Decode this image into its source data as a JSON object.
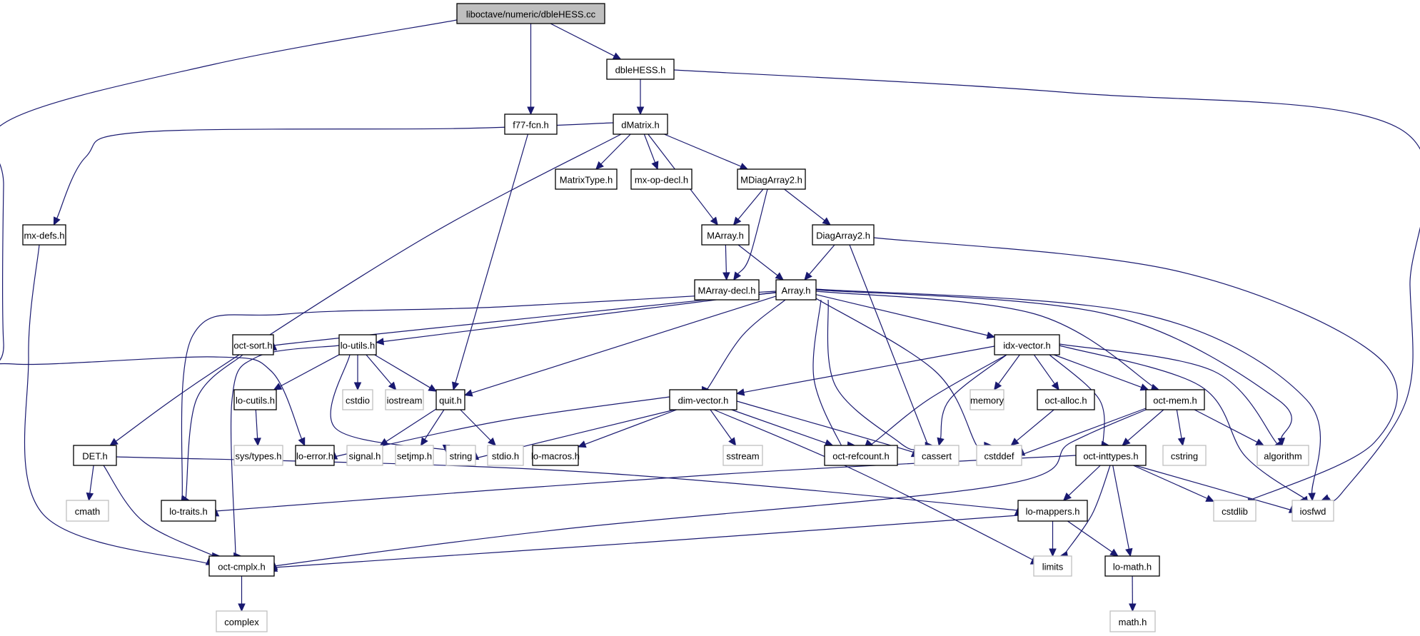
{
  "title": "liboctave/numeric/dbleHESS.cc",
  "colors": {
    "edge": "#191970",
    "documented_border": "#000000",
    "system_border": "#bfbfbf",
    "root_fill": "#bfbfbf"
  },
  "nodes": [
    {
      "id": "root",
      "label": "liboctave/numeric/dbleHESS.cc",
      "kind": "root"
    },
    {
      "id": "dbleHESS",
      "label": "dbleHESS.h",
      "kind": "doc"
    },
    {
      "id": "f77fcn",
      "label": "f77-fcn.h",
      "kind": "doc"
    },
    {
      "id": "dMatrix",
      "label": "dMatrix.h",
      "kind": "doc"
    },
    {
      "id": "MatrixType",
      "label": "MatrixType.h",
      "kind": "doc"
    },
    {
      "id": "mxopdecl",
      "label": "mx-op-decl.h",
      "kind": "doc"
    },
    {
      "id": "MDiagArray2",
      "label": "MDiagArray2.h",
      "kind": "doc"
    },
    {
      "id": "mxdefs",
      "label": "mx-defs.h",
      "kind": "doc"
    },
    {
      "id": "MArray",
      "label": "MArray.h",
      "kind": "doc"
    },
    {
      "id": "DiagArray2",
      "label": "DiagArray2.h",
      "kind": "doc"
    },
    {
      "id": "MArraydecl",
      "label": "MArray-decl.h",
      "kind": "doc"
    },
    {
      "id": "Array",
      "label": "Array.h",
      "kind": "doc"
    },
    {
      "id": "octsort",
      "label": "oct-sort.h",
      "kind": "doc"
    },
    {
      "id": "loutils",
      "label": "lo-utils.h",
      "kind": "doc"
    },
    {
      "id": "idxvector",
      "label": "idx-vector.h",
      "kind": "doc"
    },
    {
      "id": "locutils",
      "label": "lo-cutils.h",
      "kind": "doc"
    },
    {
      "id": "cstdio",
      "label": "cstdio",
      "kind": "sys"
    },
    {
      "id": "iostream",
      "label": "iostream",
      "kind": "sys"
    },
    {
      "id": "quit",
      "label": "quit.h",
      "kind": "doc"
    },
    {
      "id": "dimvector",
      "label": "dim-vector.h",
      "kind": "doc"
    },
    {
      "id": "memory",
      "label": "memory",
      "kind": "sys"
    },
    {
      "id": "octalloc",
      "label": "oct-alloc.h",
      "kind": "doc"
    },
    {
      "id": "octmem",
      "label": "oct-mem.h",
      "kind": "doc"
    },
    {
      "id": "DET",
      "label": "DET.h",
      "kind": "doc"
    },
    {
      "id": "systypes",
      "label": "sys/types.h",
      "kind": "sys"
    },
    {
      "id": "loerror",
      "label": "lo-error.h",
      "kind": "doc"
    },
    {
      "id": "signal",
      "label": "signal.h",
      "kind": "sys"
    },
    {
      "id": "setjmp",
      "label": "setjmp.h",
      "kind": "sys"
    },
    {
      "id": "string",
      "label": "string",
      "kind": "sys"
    },
    {
      "id": "stdio",
      "label": "stdio.h",
      "kind": "sys"
    },
    {
      "id": "lomacros",
      "label": "lo-macros.h",
      "kind": "doc"
    },
    {
      "id": "sstream",
      "label": "sstream",
      "kind": "sys"
    },
    {
      "id": "octrefcount",
      "label": "oct-refcount.h",
      "kind": "doc"
    },
    {
      "id": "cassert",
      "label": "cassert",
      "kind": "sys"
    },
    {
      "id": "cstddef",
      "label": "cstddef",
      "kind": "sys"
    },
    {
      "id": "octinttypes",
      "label": "oct-inttypes.h",
      "kind": "doc"
    },
    {
      "id": "cstring",
      "label": "cstring",
      "kind": "sys"
    },
    {
      "id": "algorithm",
      "label": "algorithm",
      "kind": "sys"
    },
    {
      "id": "cmath",
      "label": "cmath",
      "kind": "sys"
    },
    {
      "id": "lotraits",
      "label": "lo-traits.h",
      "kind": "doc"
    },
    {
      "id": "lomappers",
      "label": "lo-mappers.h",
      "kind": "doc"
    },
    {
      "id": "cstdlib",
      "label": "cstdlib",
      "kind": "sys"
    },
    {
      "id": "iosfwd",
      "label": "iosfwd",
      "kind": "sys"
    },
    {
      "id": "octcmplx",
      "label": "oct-cmplx.h",
      "kind": "doc"
    },
    {
      "id": "limits",
      "label": "limits",
      "kind": "sys"
    },
    {
      "id": "lomath",
      "label": "lo-math.h",
      "kind": "doc"
    },
    {
      "id": "complex",
      "label": "complex",
      "kind": "sys"
    },
    {
      "id": "mathh",
      "label": "math.h",
      "kind": "sys"
    }
  ],
  "edges": [
    [
      "root",
      "f77fcn"
    ],
    [
      "root",
      "dbleHESS"
    ],
    [
      "root",
      "loerror"
    ],
    [
      "dbleHESS",
      "dMatrix"
    ],
    [
      "dbleHESS",
      "iosfwd"
    ],
    [
      "f77fcn",
      "quit"
    ],
    [
      "dMatrix",
      "mxdefs"
    ],
    [
      "dMatrix",
      "DET"
    ],
    [
      "dMatrix",
      "MatrixType"
    ],
    [
      "dMatrix",
      "mxopdecl"
    ],
    [
      "dMatrix",
      "MArray"
    ],
    [
      "dMatrix",
      "MDiagArray2"
    ],
    [
      "MDiagArray2",
      "MArray"
    ],
    [
      "MDiagArray2",
      "MArraydecl"
    ],
    [
      "MDiagArray2",
      "DiagArray2"
    ],
    [
      "MArray",
      "MArraydecl"
    ],
    [
      "MArray",
      "Array"
    ],
    [
      "DiagArray2",
      "Array"
    ],
    [
      "DiagArray2",
      "cassert"
    ],
    [
      "DiagArray2",
      "cstdlib"
    ],
    [
      "mxdefs",
      "octcmplx"
    ],
    [
      "Array",
      "lotraits"
    ],
    [
      "Array",
      "octsort"
    ],
    [
      "Array",
      "loutils"
    ],
    [
      "Array",
      "quit"
    ],
    [
      "Array",
      "dimvector"
    ],
    [
      "Array",
      "octrefcount"
    ],
    [
      "Array",
      "cassert"
    ],
    [
      "Array",
      "cstddef"
    ],
    [
      "Array",
      "idxvector"
    ],
    [
      "Array",
      "octmem"
    ],
    [
      "Array",
      "algorithm"
    ],
    [
      "Array",
      "iosfwd"
    ],
    [
      "octsort",
      "lotraits"
    ],
    [
      "loutils",
      "locutils"
    ],
    [
      "loutils",
      "cstdio"
    ],
    [
      "loutils",
      "iostream"
    ],
    [
      "loutils",
      "quit"
    ],
    [
      "loutils",
      "string"
    ],
    [
      "loutils",
      "octcmplx"
    ],
    [
      "locutils",
      "systypes"
    ],
    [
      "quit",
      "signal"
    ],
    [
      "quit",
      "setjmp"
    ],
    [
      "quit",
      "stdio"
    ],
    [
      "dimvector",
      "loerror"
    ],
    [
      "dimvector",
      "string"
    ],
    [
      "dimvector",
      "lomacros"
    ],
    [
      "dimvector",
      "sstream"
    ],
    [
      "dimvector",
      "octrefcount"
    ],
    [
      "dimvector",
      "cassert"
    ],
    [
      "dimvector",
      "limits"
    ],
    [
      "idxvector",
      "dimvector"
    ],
    [
      "idxvector",
      "octrefcount"
    ],
    [
      "idxvector",
      "cassert"
    ],
    [
      "idxvector",
      "memory"
    ],
    [
      "idxvector",
      "octalloc"
    ],
    [
      "idxvector",
      "octmem"
    ],
    [
      "idxvector",
      "octinttypes"
    ],
    [
      "idxvector",
      "algorithm"
    ],
    [
      "idxvector",
      "iosfwd"
    ],
    [
      "octalloc",
      "cstddef"
    ],
    [
      "octmem",
      "cstddef"
    ],
    [
      "octmem",
      "octcmplx"
    ],
    [
      "octmem",
      "octinttypes"
    ],
    [
      "octmem",
      "cstring"
    ],
    [
      "octmem",
      "algorithm"
    ],
    [
      "octinttypes",
      "lotraits"
    ],
    [
      "octinttypes",
      "lomappers"
    ],
    [
      "octinttypes",
      "limits"
    ],
    [
      "octinttypes",
      "lomath"
    ],
    [
      "octinttypes",
      "cstdlib"
    ],
    [
      "octinttypes",
      "iosfwd"
    ],
    [
      "DET",
      "cmath"
    ],
    [
      "DET",
      "octcmplx"
    ],
    [
      "DET",
      "lomappers"
    ],
    [
      "lomappers",
      "octcmplx"
    ],
    [
      "lomappers",
      "limits"
    ],
    [
      "lomappers",
      "lomath"
    ],
    [
      "lomath",
      "mathh"
    ],
    [
      "octcmplx",
      "complex"
    ]
  ]
}
